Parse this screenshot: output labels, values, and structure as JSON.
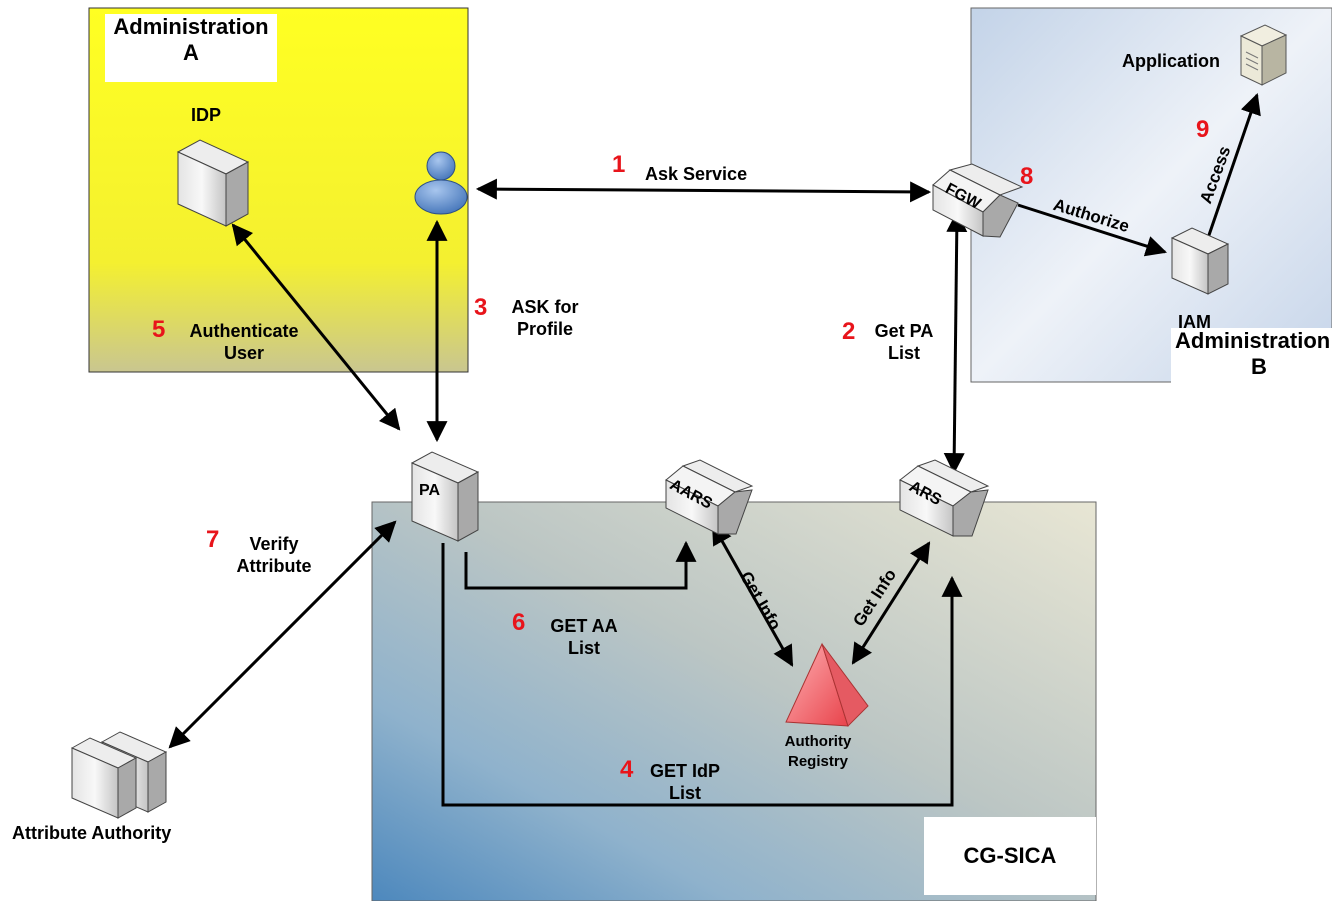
{
  "regions": {
    "admin_a": {
      "title_line1": "Administration",
      "title_line2": "A",
      "fill": "#ffff33"
    },
    "admin_b": {
      "title_line1": "Administration",
      "title_line2": "B"
    },
    "cg_sica": {
      "title": "CG-SICA"
    }
  },
  "nodes": {
    "idp": "IDP",
    "application": "Application",
    "fgw": "FGW",
    "iam": "IAM",
    "pa": "PA",
    "aars": "AARS",
    "ars": "ARS",
    "authority_registry_line1": "Authority",
    "authority_registry_line2": "Registry",
    "attribute_authority": "Attribute Authority"
  },
  "steps": [
    {
      "num": "1",
      "line1": "Ask Service",
      "line2": ""
    },
    {
      "num": "2",
      "line1": "Get PA",
      "line2": "List"
    },
    {
      "num": "3",
      "line1": "ASK for",
      "line2": "Profile"
    },
    {
      "num": "4",
      "line1": "GET IdP",
      "line2": "List"
    },
    {
      "num": "5",
      "line1": "Authenticate",
      "line2": "User"
    },
    {
      "num": "6",
      "line1": "GET AA",
      "line2": "List"
    },
    {
      "num": "7",
      "line1": "Verify",
      "line2": "Attribute"
    },
    {
      "num": "8",
      "line1": "Authorize",
      "line2": ""
    },
    {
      "num": "9",
      "line1": "Access",
      "line2": ""
    }
  ],
  "edge_labels": {
    "get_info_left": "Get Info",
    "get_info_right": "Get Info"
  },
  "colors": {
    "step_number": "#e8141b",
    "arrow": "#000000",
    "registry": "#f26a6f"
  }
}
